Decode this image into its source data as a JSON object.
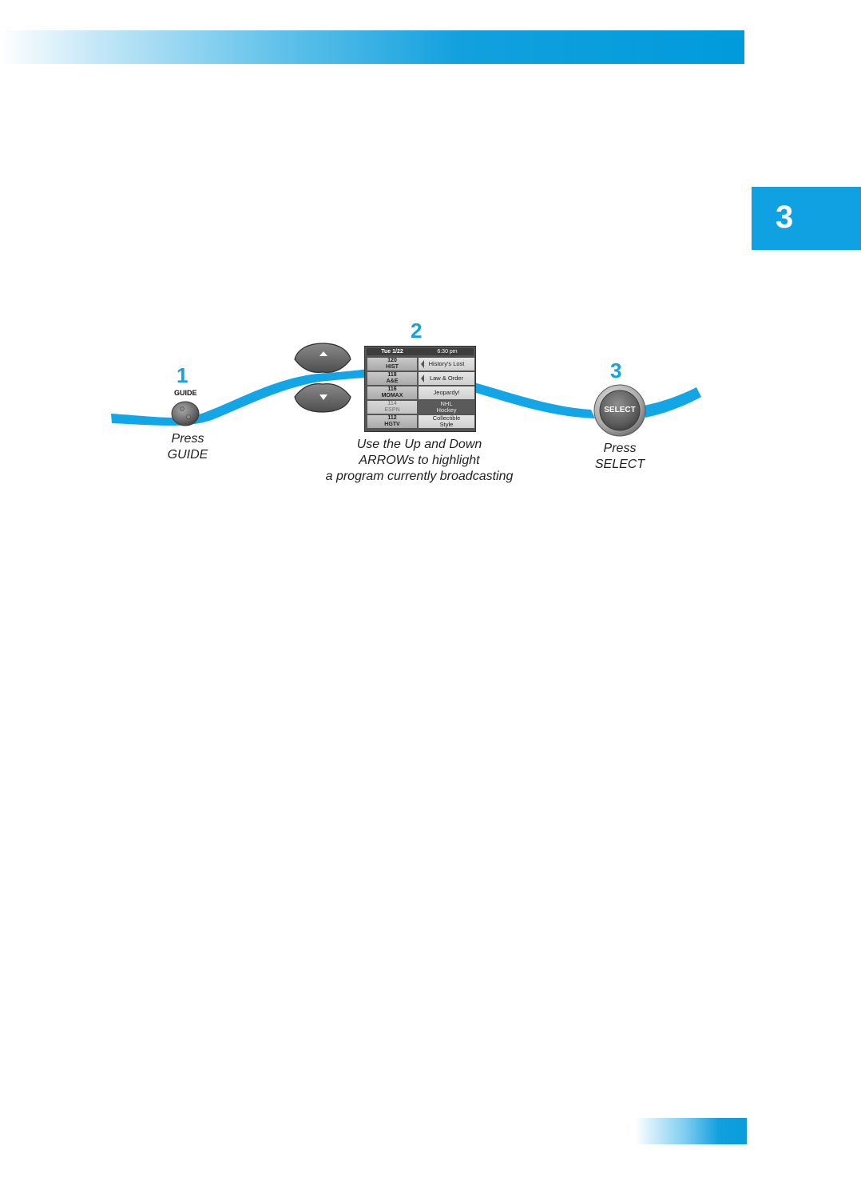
{
  "chapter_tab": {
    "number": "3"
  },
  "steps": [
    {
      "number": "1",
      "button_label": "GUIDE",
      "caption_line1": "Press",
      "caption_line2": "GUIDE"
    },
    {
      "number": "2",
      "caption_line1": "Use the Up and Down",
      "caption_line2": "ARROWs to highlight",
      "caption_line3": "a program currently broadcasting"
    },
    {
      "number": "3",
      "button_label": "SELECT",
      "caption_line1": "Press",
      "caption_line2": "SELECT"
    }
  ],
  "guide_screen": {
    "date": "Tue 1/22",
    "time": "6:30 pm",
    "rows": [
      {
        "channel_num": "120",
        "channel_name": "HIST",
        "program_line1": "History's Lost",
        "program_line2": "",
        "has_arrow": true,
        "dim": false,
        "highlighted": false
      },
      {
        "channel_num": "118",
        "channel_name": "A&E",
        "program_line1": "Law & Order",
        "program_line2": "",
        "has_arrow": true,
        "dim": false,
        "highlighted": false
      },
      {
        "channel_num": "116",
        "channel_name": "MOMAX",
        "program_line1": "Jeopardy!",
        "program_line2": "",
        "has_arrow": false,
        "dim": false,
        "highlighted": false
      },
      {
        "channel_num": "114",
        "channel_name": "ESPN",
        "program_line1": "NHL",
        "program_line2": "Hockey",
        "has_arrow": false,
        "dim": true,
        "highlighted": true
      },
      {
        "channel_num": "112",
        "channel_name": "HGTV",
        "program_line1": "Collectible",
        "program_line2": "Style",
        "has_arrow": false,
        "dim": false,
        "highlighted": false
      }
    ]
  },
  "colors": {
    "accent_blue": "#0fa1e2",
    "wave_blue": "#12a6e6"
  },
  "icons": {
    "up_arrow": "up-arrow-icon",
    "down_arrow": "down-arrow-icon"
  }
}
